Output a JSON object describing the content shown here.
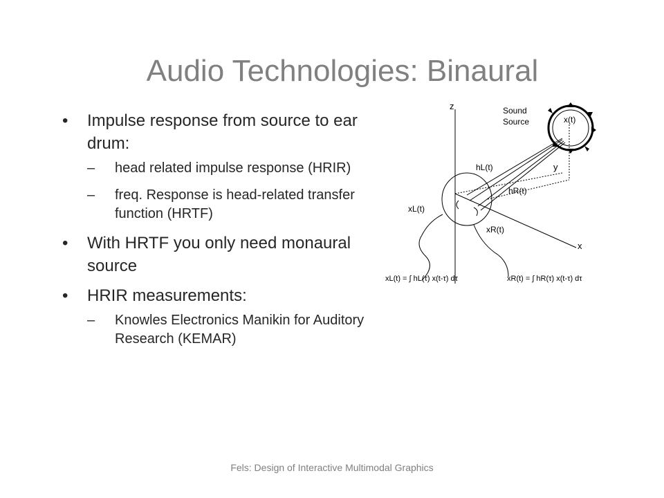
{
  "slide": {
    "title": "Audio Technologies: Binaural",
    "footer": "Fels: Design of Interactive Multimodal Graphics"
  },
  "bullets": [
    {
      "text": "Impulse response from source to ear drum:",
      "sub": [
        "head related impulse response (HRIR)",
        "freq. Response is head-related transfer function (HRTF)"
      ]
    },
    {
      "text": "With HRTF you only need monaural source"
    },
    {
      "text": "HRIR measurements:",
      "sub": [
        "Knowles Electronics Manikin for Auditory Research (KEMAR)"
      ]
    }
  ],
  "figure": {
    "axis_z": "z",
    "axis_x": "x",
    "axis_y": "y",
    "sound_source": [
      "Sound",
      "Source"
    ],
    "source_signal": "x(t)",
    "h_left": "hL(t)",
    "h_right": "hR(t)",
    "x_left": "xL(t)",
    "x_right": "xR(t)",
    "eq_left": "xL(t) = ∫ hL(τ) x(t-τ) dτ",
    "eq_right": "xR(t) = ∫ hR(τ) x(t-τ) dτ"
  }
}
